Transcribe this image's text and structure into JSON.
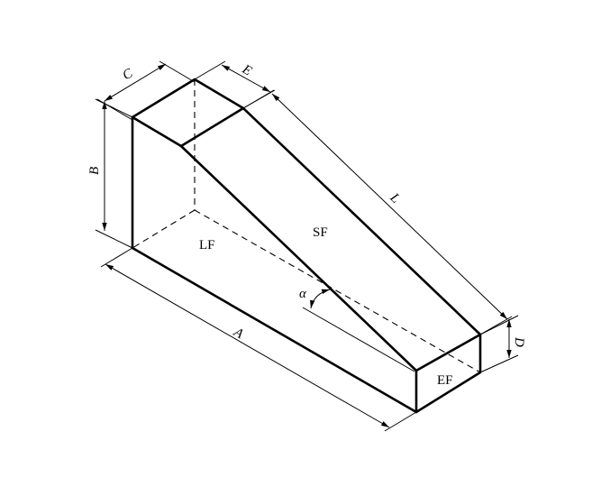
{
  "diagram": {
    "type": "isometric-technical-drawing",
    "description": "Tapered transition block with sloped face",
    "faces": {
      "left_face": "LF",
      "slope_face": "SF",
      "end_face": "EF"
    },
    "dimensions": {
      "length_bottom": "A",
      "height": "B",
      "width_top": "C",
      "end_height": "D",
      "top_depth": "E",
      "slope_length": "L",
      "angle": "α"
    },
    "colors": {
      "line": "#000000",
      "background": "#ffffff"
    }
  }
}
